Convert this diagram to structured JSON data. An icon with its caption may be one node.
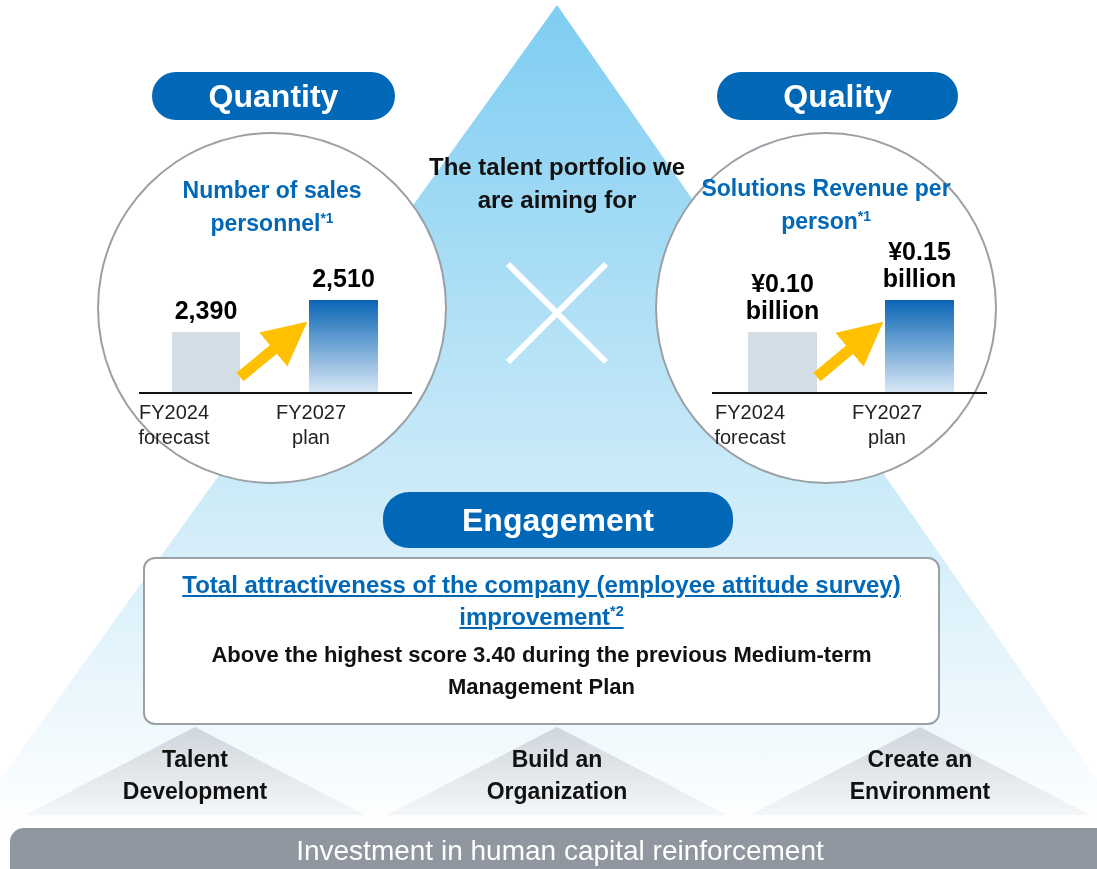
{
  "diagram": {
    "nodes": [
      {
        "text": [
          "Quantity"
        ]
      },
      {
        "text": [
          "Quality"
        ]
      },
      {
        "text": [
          "Number of sales personnel$^{*1}$"
        ]
      },
      {
        "text": [],
        "shape": "bar",
        "in": 2,
        "beside": [
          "2,390"
        ]
      },
      {
        "text": [],
        "shape": "bar",
        "in": 2,
        "beside": [
          "2,510"
        ]
      },
      {
        "text": [
          "The talent portfolio we are aiming for"
        ]
      },
      {
        "text": [
          "Solutions Revenue per person$^{*1}$"
        ]
      },
      {
        "text": [],
        "shape": "bar",
        "in": 6,
        "beside": [
          "¥0.10 billion"
        ]
      },
      {
        "text": [],
        "shape": "bar",
        "in": 6,
        "beside": [
          "¥0.15 billion"
        ]
      },
      {
        "text": [
          "Engagement"
        ]
      },
      {
        "text": [
          "Total attractiveness of the company (employee attitude survey) improvement$^{*2}$",
          "Above the highest score 3.40 during the previous Medium-term Management Plan"
        ]
      },
      {
        "text": [
          "Talent Development"
        ]
      },
      {
        "text": [
          "Build an Organization"
        ]
      },
      {
        "text": [
          "Create an Environment"
        ]
      },
      {
        "text": [
          "Investment in human capital reinforcement"
        ]
      }
    ],
    "edges": [
      {
        "from": 3,
        "to": 4,
        "arrow": "to"
      },
      {
        "from": 7,
        "to": 8,
        "arrow": "to"
      }
    ],
    "labels": [
      "FY2024 forecast",
      "FY2027 plan",
      "FY2024 forecast",
      "FY2027 plan"
    ]
  }
}
